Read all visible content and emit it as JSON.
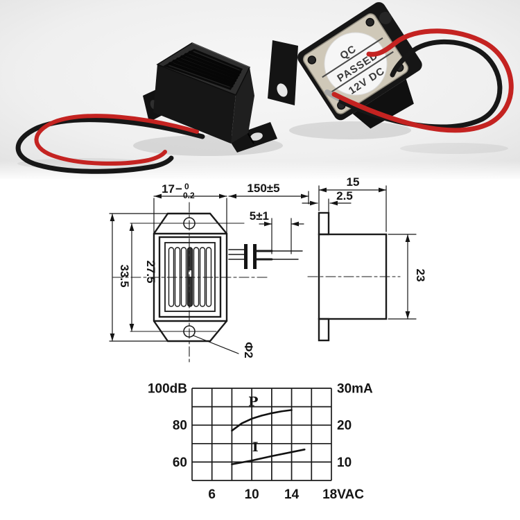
{
  "photo": {
    "sticker": {
      "line1": "QC",
      "line2": "PASSED",
      "line3": "12V DC"
    },
    "colors": {
      "wire_red": "#c42321",
      "wire_black": "#171717",
      "case_black": "#181818",
      "plate_beige": "#cfc8b8",
      "sticker_white": "#f6f6f6",
      "backdrop": "#efefef"
    }
  },
  "drawing": {
    "front_view": {
      "width_nominal": "17",
      "width_tol_sign": "−",
      "width_tol_upper": "0",
      "width_tol_lower": "0.2",
      "lead_length": "150±5",
      "bare_lead": "5±1",
      "overall_height": "33.5",
      "hole_spacing": "27.5",
      "hole_diameter": "Φ2"
    },
    "side_view": {
      "depth": "15",
      "flange_thickness": "2.5",
      "body_height": "23"
    }
  },
  "chart_data": {
    "type": "line",
    "title": "Sound pressure (dB) and current (mA) vs supply voltage (VAC)",
    "x_axis": {
      "range": [
        4,
        18
      ],
      "gridline_step": 2,
      "ticks": [
        {
          "label": "6",
          "value": 6
        },
        {
          "label": "10",
          "value": 10
        },
        {
          "label": "14",
          "value": 14
        },
        {
          "label": "18VAC",
          "value": 18
        }
      ]
    },
    "y_left": {
      "range": [
        50,
        100
      ],
      "gridline_step": 10,
      "ticks": [
        {
          "label": "100dB",
          "value": 100
        },
        {
          "label": "80",
          "value": 80
        },
        {
          "label": "60",
          "value": 60
        }
      ]
    },
    "y_right": {
      "range": [
        5,
        30
      ],
      "gridline_step": 5,
      "ticks": [
        {
          "label": "30mA",
          "value": 30
        },
        {
          "label": "20",
          "value": 20
        },
        {
          "label": "10",
          "value": 10
        }
      ]
    },
    "grid": true,
    "legend_position": "inline-labels",
    "series": [
      {
        "name": "P",
        "unit": "dB",
        "axis": "left",
        "points": [
          [
            8,
            77
          ],
          [
            9,
            81
          ],
          [
            10,
            83.5
          ],
          [
            11,
            85.2
          ],
          [
            12,
            86.5
          ],
          [
            13,
            87.5
          ],
          [
            14,
            88.2
          ]
        ],
        "label_pos": [
          10.15,
          90.5
        ]
      },
      {
        "name": "I",
        "unit": "mA",
        "axis": "right",
        "points": [
          [
            8,
            9.4
          ],
          [
            10,
            10.4
          ],
          [
            12,
            11.6
          ],
          [
            15.3,
            13.4
          ]
        ],
        "label_pos": [
          10.35,
          12.9
        ]
      }
    ]
  }
}
